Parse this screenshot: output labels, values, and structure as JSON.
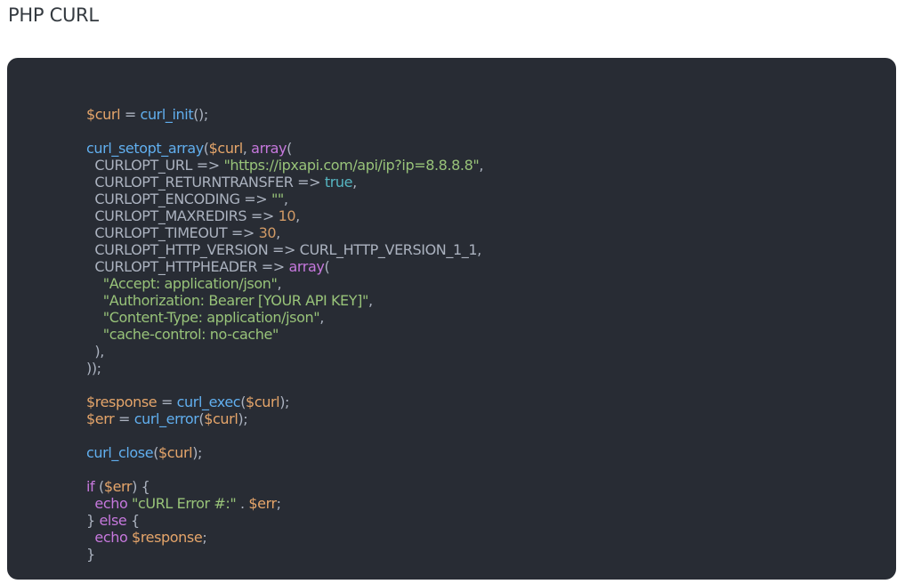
{
  "page": {
    "title": "PHP CURL"
  },
  "colors": {
    "background": "#ffffff",
    "code_background": "#282c34",
    "variable": "#e5a56a",
    "function": "#61afef",
    "keyword": "#c678dd",
    "string": "#98c379",
    "number": "#d19a66",
    "boolean": "#56b6c2",
    "plain": "#abb2bf"
  },
  "code": {
    "language": "php",
    "lines": [
      [
        [
          "v",
          "$curl"
        ],
        [
          "p",
          " = "
        ],
        [
          "f",
          "curl_init"
        ],
        [
          "p",
          "();"
        ]
      ],
      [],
      [
        [
          "f",
          "curl_setopt_array"
        ],
        [
          "p",
          "("
        ],
        [
          "v",
          "$curl"
        ],
        [
          "p",
          ", "
        ],
        [
          "k",
          "array"
        ],
        [
          "p",
          "("
        ]
      ],
      [
        [
          "p",
          "  CURLOPT_URL => "
        ],
        [
          "s",
          "\"https://ipxapi.com/api/ip?ip=8.8.8.8\""
        ],
        [
          "p",
          ","
        ]
      ],
      [
        [
          "p",
          "  CURLOPT_RETURNTRANSFER => "
        ],
        [
          "b",
          "true"
        ],
        [
          "p",
          ","
        ]
      ],
      [
        [
          "p",
          "  CURLOPT_ENCODING => "
        ],
        [
          "s",
          "\"\""
        ],
        [
          "p",
          ","
        ]
      ],
      [
        [
          "p",
          "  CURLOPT_MAXREDIRS => "
        ],
        [
          "n",
          "10"
        ],
        [
          "p",
          ","
        ]
      ],
      [
        [
          "p",
          "  CURLOPT_TIMEOUT => "
        ],
        [
          "n",
          "30"
        ],
        [
          "p",
          ","
        ]
      ],
      [
        [
          "p",
          "  CURLOPT_HTTP_VERSION => CURL_HTTP_VERSION_1_1,"
        ]
      ],
      [
        [
          "p",
          "  CURLOPT_HTTPHEADER => "
        ],
        [
          "k",
          "array"
        ],
        [
          "p",
          "("
        ]
      ],
      [
        [
          "s",
          "    \"Accept: application/json\""
        ],
        [
          "p",
          ","
        ]
      ],
      [
        [
          "s",
          "    \"Authorization: Bearer [YOUR API KEY]\""
        ],
        [
          "p",
          ","
        ]
      ],
      [
        [
          "s",
          "    \"Content-Type: application/json\""
        ],
        [
          "p",
          ","
        ]
      ],
      [
        [
          "s",
          "    \"cache-control: no-cache\""
        ]
      ],
      [
        [
          "p",
          "  ),"
        ]
      ],
      [
        [
          "p",
          "));"
        ]
      ],
      [],
      [
        [
          "v",
          "$response"
        ],
        [
          "p",
          " = "
        ],
        [
          "f",
          "curl_exec"
        ],
        [
          "p",
          "("
        ],
        [
          "v",
          "$curl"
        ],
        [
          "p",
          ");"
        ]
      ],
      [
        [
          "v",
          "$err"
        ],
        [
          "p",
          " = "
        ],
        [
          "f",
          "curl_error"
        ],
        [
          "p",
          "("
        ],
        [
          "v",
          "$curl"
        ],
        [
          "p",
          ");"
        ]
      ],
      [],
      [
        [
          "f",
          "curl_close"
        ],
        [
          "p",
          "("
        ],
        [
          "v",
          "$curl"
        ],
        [
          "p",
          ");"
        ]
      ],
      [],
      [
        [
          "k",
          "if"
        ],
        [
          "p",
          " ("
        ],
        [
          "v",
          "$err"
        ],
        [
          "p",
          ") {"
        ]
      ],
      [
        [
          "p",
          "  "
        ],
        [
          "k",
          "echo"
        ],
        [
          "p",
          " "
        ],
        [
          "s",
          "\"cURL Error #:\""
        ],
        [
          "p",
          " . "
        ],
        [
          "v",
          "$err"
        ],
        [
          "p",
          ";"
        ]
      ],
      [
        [
          "p",
          "} "
        ],
        [
          "k",
          "else"
        ],
        [
          "p",
          " {"
        ]
      ],
      [
        [
          "p",
          "  "
        ],
        [
          "k",
          "echo"
        ],
        [
          "p",
          " "
        ],
        [
          "v",
          "$response"
        ],
        [
          "p",
          ";"
        ]
      ],
      [
        [
          "p",
          "}"
        ]
      ]
    ]
  }
}
